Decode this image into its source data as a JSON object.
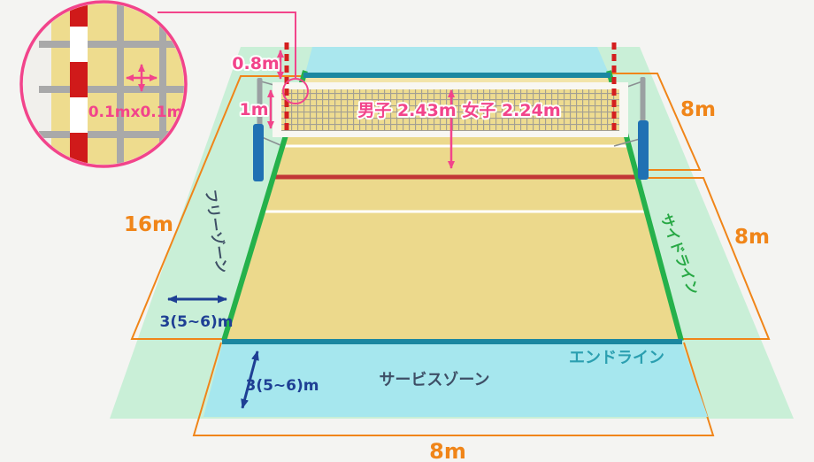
{
  "labels": {
    "mesh_cell": "0.1mx0.1m",
    "antenna_above_net": "0.8m",
    "net_band_width": "1m",
    "net_height_men": "男子 2.43m",
    "net_height_women": "女子 2.24m",
    "court_length": "16m",
    "far_half_depth": "8m",
    "near_half_depth": "8m",
    "court_width": "8m",
    "free_zone_width": "3(5~6)m",
    "service_zone_depth": "3(5~6)m",
    "free_zone": "フリーゾーン",
    "side_line": "サイドライン",
    "end_line": "エンドライン",
    "service_zone": "サービスゾーン"
  },
  "colors": {
    "accent_pink": "#f2448b",
    "accent_orange": "#f08519",
    "court_tan": "#ecd98c",
    "free_zone_mint": "#c9efd7",
    "service_zone_cyan": "#a6e7ee",
    "side_line_green": "#25b14b",
    "end_line_teal": "#1b87a0",
    "center_line_red": "#c23636",
    "dimension_navy": "#1e3f94",
    "antenna_red": "#d41f1f",
    "post_blue": "#2071b3"
  }
}
